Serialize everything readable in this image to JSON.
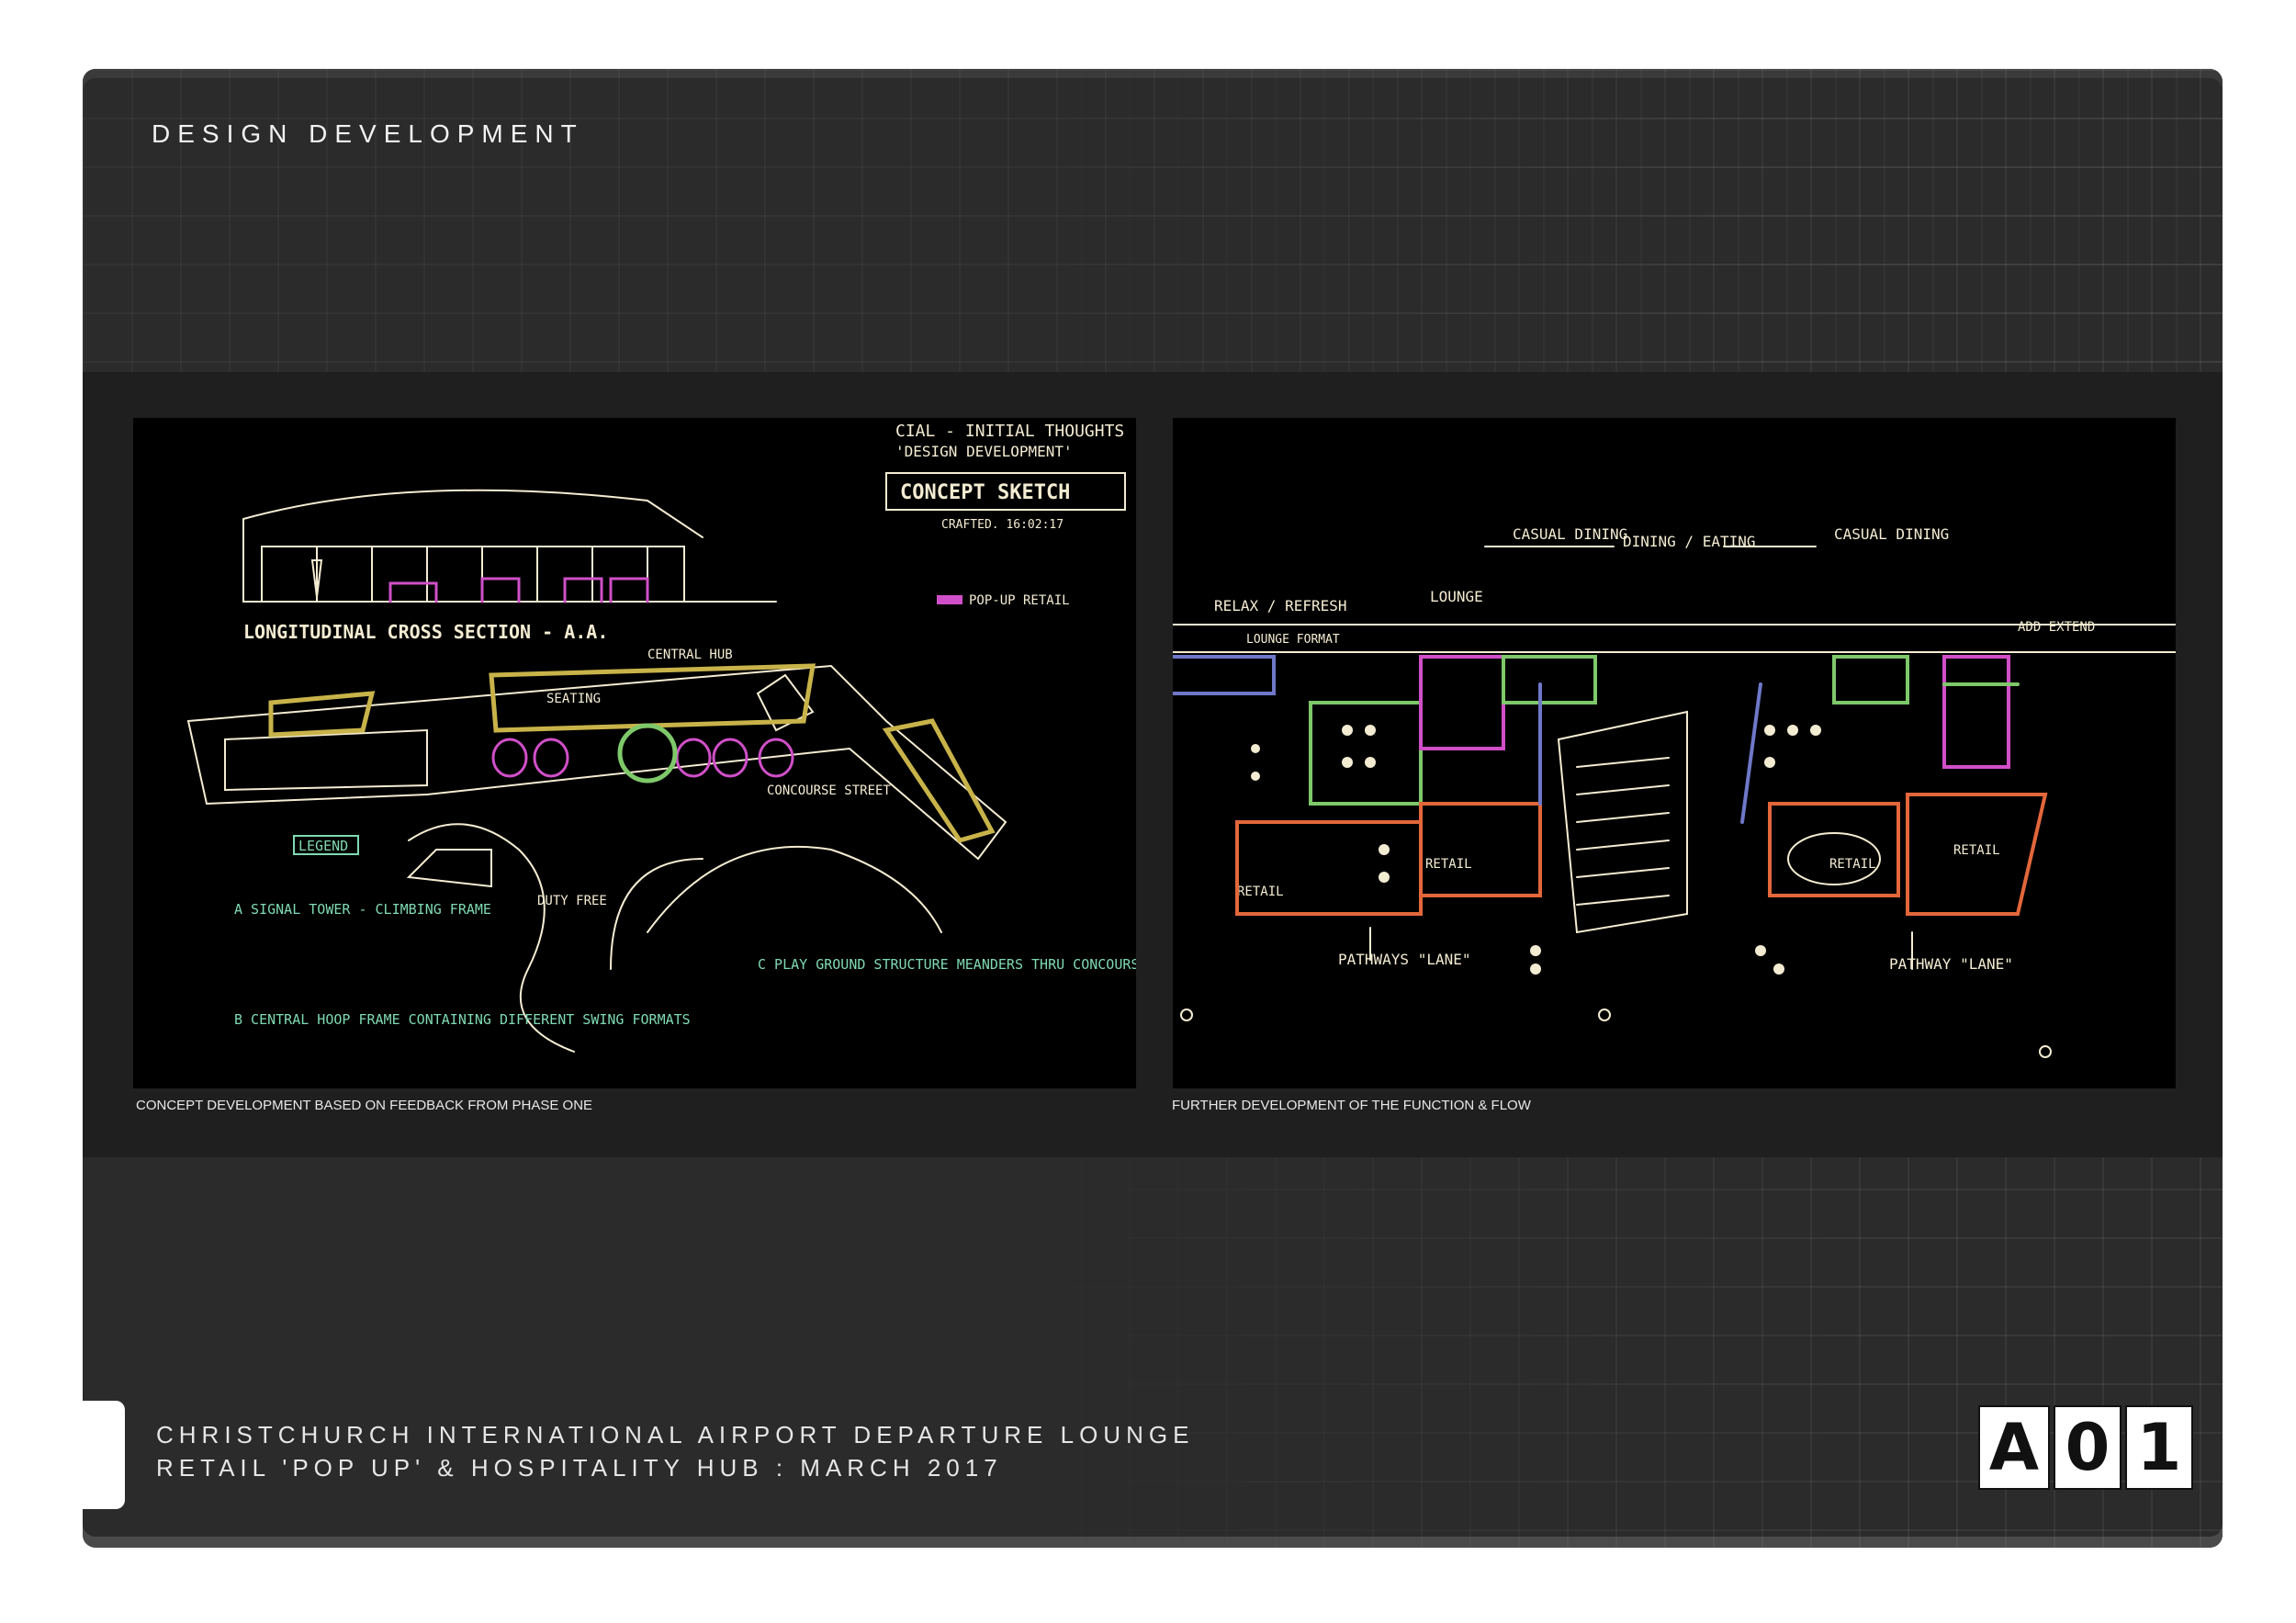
{
  "header": {
    "title": "DESIGN DEVELOPMENT"
  },
  "panels": [
    {
      "caption": "CONCEPT DEVELOPMENT BASED ON FEEDBACK FROM PHASE ONE",
      "sketch_notes": {
        "title_1": "CIAL - INITIAL THOUGHTS",
        "title_2": "'DESIGN DEVELOPMENT'",
        "title_3": "CONCEPT SKETCH",
        "crafted": "CRAFTED. 16:02:17",
        "section": "LONGITUDINAL CROSS SECTION - A.A.",
        "popup": "POP-UP RETAIL",
        "legend": "LEGEND",
        "note_a": "A SIGNAL TOWER - CLIMBING FRAME",
        "note_b": "B CENTRAL HOOP FRAME CONTAINING DIFFERENT SWING FORMATS",
        "note_c": "C PLAY GROUND STRUCTURE MEANDERS THRU CONCOURSE",
        "label_seating": "SEATING",
        "label_concourse": "CONCOURSE STREET",
        "label_hub": "CENTRAL HUB",
        "label_duty": "DUTY FREE"
      }
    },
    {
      "caption": "FURTHER DEVELOPMENT OF THE FUNCTION & FLOW",
      "sketch_notes": {
        "casual_left": "CASUAL DINING",
        "dining": "DINING / EATING",
        "casual_right": "CASUAL DINING",
        "relax": "RELAX / REFRESH",
        "lounge": "LOUNGE",
        "lounge_format": "LOUNGE FORMAT",
        "add_extend": "ADD EXTEND",
        "retail_1": "RETAIL",
        "retail_2": "RETAIL",
        "retail_3": "RETAIL",
        "retail_4": "RETAIL",
        "pathways_left": "PATHWAYS \"LANE\"",
        "pathway_right": "PATHWAY \"LANE\""
      }
    }
  ],
  "footer": {
    "line1": "CHRISTCHURCH INTERNATIONAL AIRPORT DEPARTURE LOUNGE",
    "line2": "RETAIL 'POP UP' & HOSPITALITY HUB : MARCH 2017",
    "code": [
      "A",
      "0",
      "1"
    ]
  },
  "colors": {
    "board": "#2b2b2b",
    "band": "#1f1f1f",
    "ink": "#f4ecd2",
    "olive": "#c8b34a",
    "magenta": "#d04fc8",
    "green": "#7ec86a",
    "orange": "#e3673a",
    "blue": "#6f78c8",
    "teal_ink": "#7fd9b3"
  }
}
